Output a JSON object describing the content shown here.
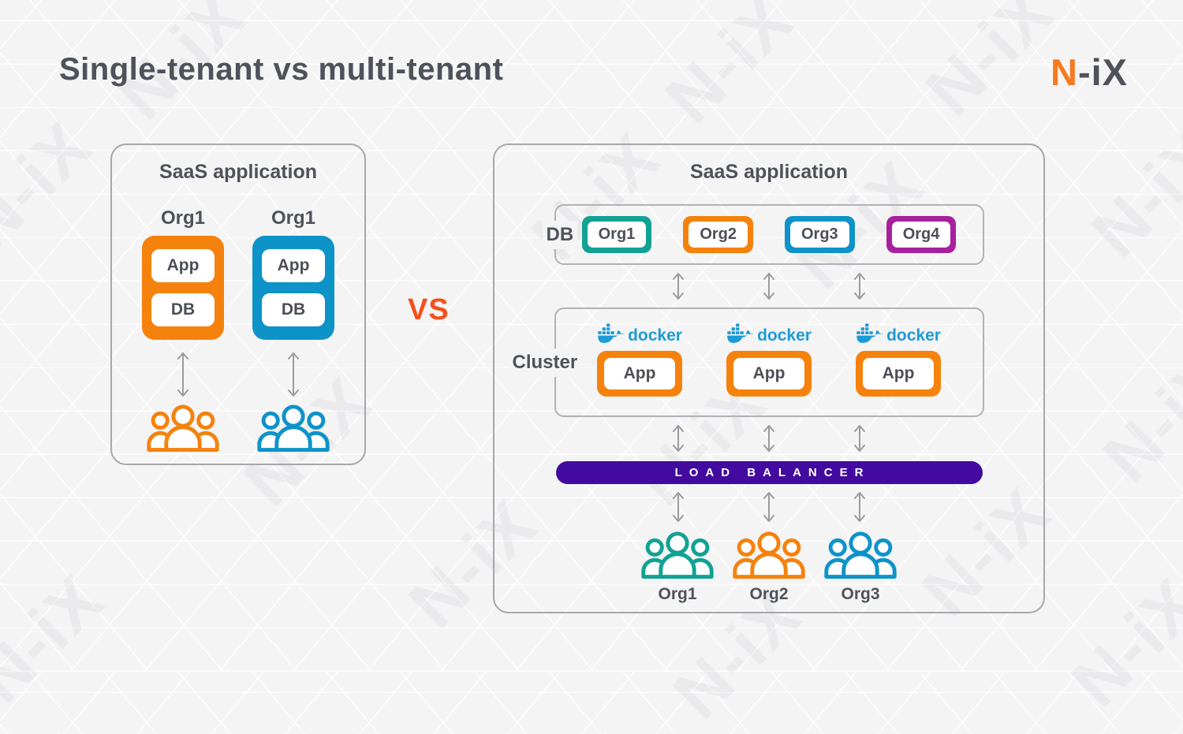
{
  "header": {
    "title": "Single-tenant vs multi-tenant",
    "logo_orange": "N",
    "logo_dark": "-iX"
  },
  "vs_label": "VS",
  "watermark_text": "N-iX",
  "colors": {
    "orange": "#f5820d",
    "blue": "#0e93c9",
    "teal": "#12a294",
    "magenta": "#a7219e",
    "load_balancer_purple": "#420a9e",
    "docker_blue": "#1d9bd7",
    "vs_red": "#f4501e",
    "logo_orange": "#f47b20",
    "logo_dark": "#4f525a"
  },
  "single_tenant_panel": {
    "title": "SaaS application",
    "tenants": [
      {
        "org_label": "Org1",
        "app_label": "App",
        "db_label": "DB",
        "color": "#f5820d"
      },
      {
        "org_label": "Org1",
        "app_label": "App",
        "db_label": "DB",
        "color": "#0e93c9"
      }
    ]
  },
  "multi_tenant_panel": {
    "title": "SaaS application",
    "db_section": {
      "label": "DB",
      "orgs": [
        {
          "name": "Org1",
          "color": "#12a294"
        },
        {
          "name": "Org2",
          "color": "#f5820d"
        },
        {
          "name": "Org3",
          "color": "#0e93c9"
        },
        {
          "name": "Org4",
          "color": "#a7219e"
        }
      ]
    },
    "cluster_section": {
      "label": "Cluster",
      "nodes": [
        {
          "docker_label": "docker",
          "app_label": "App"
        },
        {
          "docker_label": "docker",
          "app_label": "App"
        },
        {
          "docker_label": "docker",
          "app_label": "App"
        }
      ]
    },
    "load_balancer_label": "LOAD BALANCER",
    "user_groups": [
      {
        "name": "Org1",
        "color": "#12a294"
      },
      {
        "name": "Org2",
        "color": "#f5820d"
      },
      {
        "name": "Org3",
        "color": "#0e93c9"
      }
    ]
  }
}
